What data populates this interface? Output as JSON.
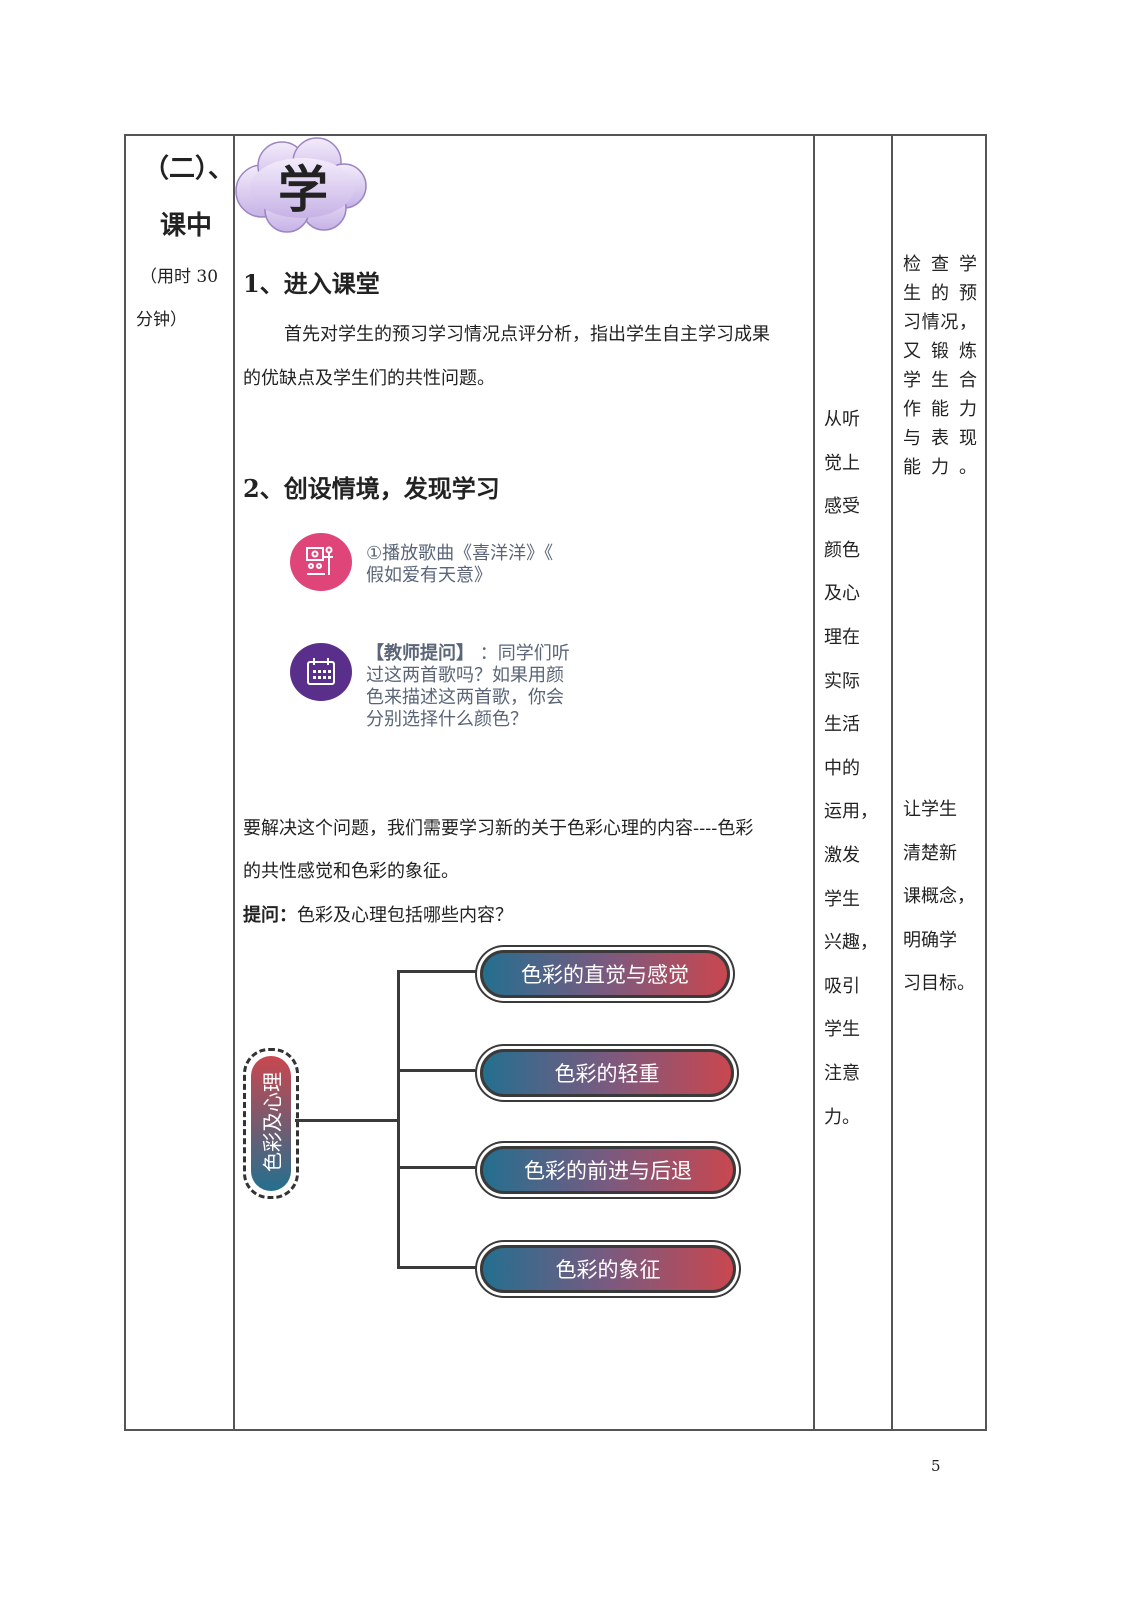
{
  "left_col": {
    "section": "（二）、",
    "title": "课中",
    "duration_lines": [
      "（用时 30",
      "分钟）"
    ]
  },
  "badge": {
    "char": "学"
  },
  "section1": {
    "heading": "1、进入课堂",
    "para_lines": [
      "首先对学生的预习学习情况点评分析，指出学生自主学习成果",
      "的优缺点及学生们的共性问题。"
    ]
  },
  "section2": {
    "heading": "2、创设情境，发现学习"
  },
  "cards": [
    {
      "icon": "teacher-presentation-icon",
      "color": "#e0457a",
      "lines": [
        "①播放歌曲《喜洋洋》《",
        "假如爱有天意》"
      ]
    },
    {
      "icon": "calendar-icon",
      "color": "#5a2f8c",
      "bold": "【教师提问】",
      "lines": [
        "：同学们听",
        "过这两首歌吗？如果用颜",
        "色来描述这两首歌，你会",
        "分别选择什么颜色？"
      ]
    }
  ],
  "para2_lines": [
    "要解决这个问题，我们需要学习新的关于色彩心理的内容----色彩",
    "的共性感觉和色彩的象征。"
  ],
  "question": {
    "label": "提问：",
    "text": "色彩及心理包括哪些内容？"
  },
  "diagram": {
    "root": "色彩及心理",
    "branches": [
      "色彩的直觉与感觉",
      "色彩的轻重",
      "色彩的前进与后退",
      "色彩的象征"
    ]
  },
  "col_design": [
    "从听",
    "觉上",
    "感受",
    "颜色",
    "及心",
    "理在",
    "实际",
    "生活",
    "中的",
    "运用，",
    "激发",
    "学生",
    "兴趣，",
    "吸引",
    "学生",
    "注意",
    "力。"
  ],
  "col_intent1": [
    "检 查 学",
    "生 的 预",
    "习情况，",
    "又 锻 炼",
    "学 生 合",
    "作 能 力",
    "与 表 现",
    "能力。"
  ],
  "col_intent2": [
    "让学生",
    "清楚新",
    "课概念，",
    "明确学",
    "习目标。"
  ],
  "page_number": "5"
}
